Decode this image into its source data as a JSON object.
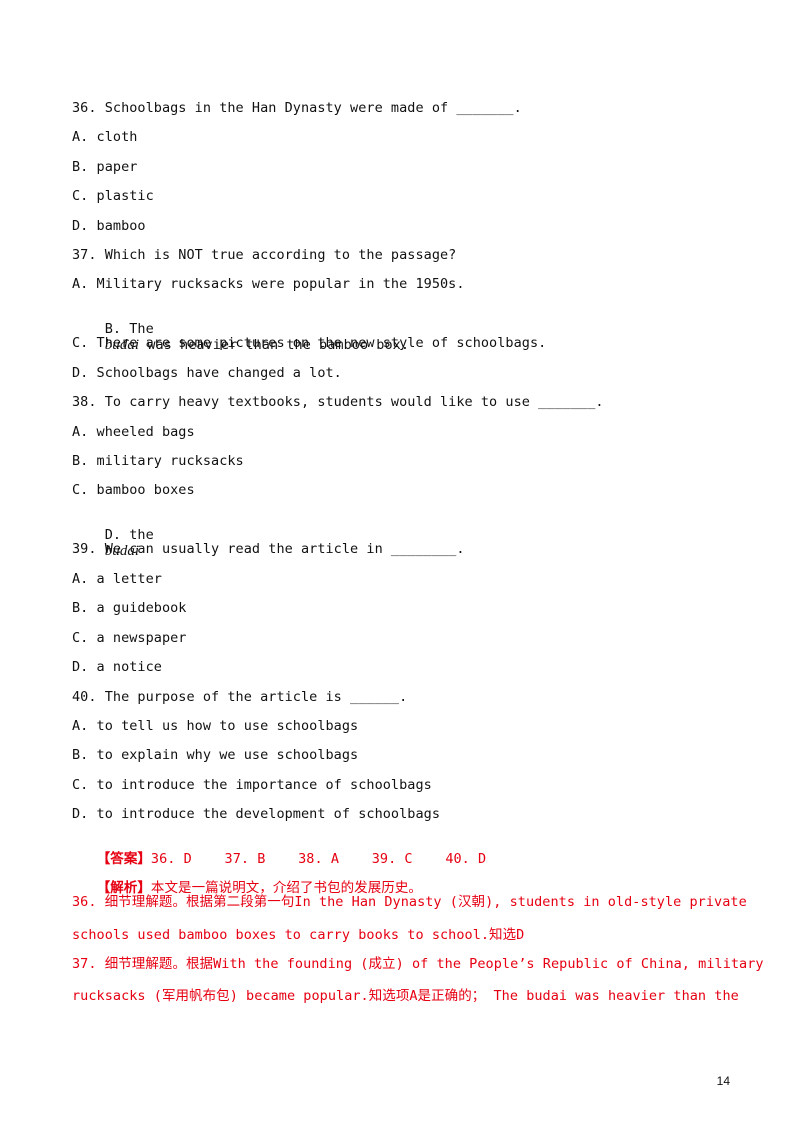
{
  "document": {
    "questions": [
      {
        "stem": "36. Schoolbags in the Han Dynasty were made of _______.",
        "options": [
          "A. cloth",
          "B. paper",
          "C. plastic",
          "D. bamboo"
        ]
      },
      {
        "stem": "37. Which is NOT true according to the passage?",
        "options": [
          "A. Military rucksacks were popular in the 1950s.",
          "B. The",
          "budai",
          " was heavier than the bamboo box.",
          "C. There are some pictures on the new style of schoolbags.",
          "D. Schoolbags have changed a lot."
        ]
      },
      {
        "stem": "38. To carry heavy textbooks, students would like to use _______.",
        "options": [
          "A. wheeled bags",
          "B. military rucksacks",
          "C. bamboo boxes",
          "D. the",
          "budai"
        ]
      },
      {
        "stem": "39. We can usually read the article in ________.",
        "options": [
          "A. a letter",
          "B. a guidebook",
          "C. a newspaper",
          "D. a notice"
        ]
      },
      {
        "stem": "40. The purpose of the article is ______.",
        "options": [
          "A. to tell us how to use schoolbags",
          "B. to explain why we use schoolbags",
          "C. to introduce the importance of schoolbags",
          "D. to introduce the development of schoolbags"
        ]
      }
    ],
    "answer_key_label": "【答案】",
    "answer_key": "36. D    37. B    38. A    39. C    40. D",
    "analysis_label": "【解析】",
    "analysis_intro": "本文是一篇说明文，介绍了书包的发展历史。",
    "analysis_36_line1": "36. 细节理解题。根据第二段第一句In the Han Dynasty (汉朝), students in old-style private",
    "analysis_36_line2": "schools used bamboo boxes to carry books to school.知选D",
    "analysis_37_line1": "37. 细节理解题。根据With the founding (成立) of the People’s Republic of China, military",
    "analysis_37_line2": "rucksacks (军用帆布包) became popular.知选项A是正确的； The budai was heavier than the",
    "page_number": "14"
  }
}
